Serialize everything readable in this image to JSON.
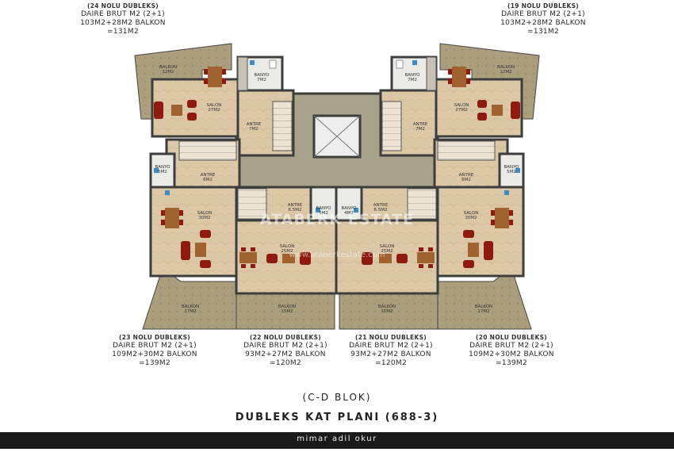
{
  "units": [
    {
      "id": "u24",
      "heading": "(24 NOLU DUBLEKS)",
      "line1": "DAIRE BRUT M2 (2+1)",
      "line2": "103M2+28M2 BALKON",
      "line3": "=131M2"
    },
    {
      "id": "u19",
      "heading": "(19 NOLU DUBLEKS)",
      "line1": "DAIRE BRUT M2 (2+1)",
      "line2": "103M2+28M2 BALKON",
      "line3": "=131M2"
    },
    {
      "id": "u23",
      "heading": "(23 NOLU DUBLEKS)",
      "line1": "DAIRE BRUT M2 (2+1)",
      "line2": "109M2+30M2 BALKON",
      "line3": "=139M2"
    },
    {
      "id": "u22",
      "heading": "(22 NOLU DUBLEKS)",
      "line1": "DAIRE BRUT M2 (2+1)",
      "line2": "93M2+27M2 BALKON",
      "line3": "=120M2"
    },
    {
      "id": "u21",
      "heading": "(21 NOLU DUBLEKS)",
      "line1": "DAIRE BRUT M2 (2+1)",
      "line2": "93M2+27M2 BALKON",
      "line3": "=120M2"
    },
    {
      "id": "u20",
      "heading": "(20 NOLU DUBLEKS)",
      "line1": "DAIRE BRUT M2 (2+1)",
      "line2": "109M2+30M2 BALKON",
      "line3": "=139M2"
    }
  ],
  "rooms": {
    "tl_balkon": "BALKON",
    "tl_balkon_a": "12M2",
    "tl_banyo": "BANYO",
    "tl_banyo_a": "7M2",
    "tl_salon": "SALON",
    "tl_salon_a": "27M2",
    "tl_antre": "ANTRE",
    "tl_antre_a": "7M2",
    "tr_balkon": "BALKON",
    "tr_balkon_a": "12M2",
    "tr_banyo": "BANYO",
    "tr_banyo_a": "7M2",
    "tr_salon": "SALON",
    "tr_salon_a": "27M2",
    "tr_antre": "ANTRE",
    "tr_antre_a": "7M2",
    "ml_banyo": "BANYO",
    "ml_banyo_a": "5M2",
    "ml_antre": "ANTRE",
    "ml_antre_a": "6M2",
    "ml_salon": "SALON",
    "ml_salon_a": "30M2",
    "mr_banyo": "BANYO",
    "mr_banyo_a": "5M2",
    "mr_antre": "ANTRE",
    "mr_antre_a": "6M2",
    "mr_salon": "SALON",
    "mr_salon_a": "30M2",
    "c1_antre": "ANTRE",
    "c1_antre_a": "6.5M2",
    "c2_banyo": "BANYO",
    "c2_banyo_a": "5M2",
    "c3_banyo": "BANYO",
    "c3_banyo_a": "4M2",
    "c4_antre": "ANTRE",
    "c4_antre_a": "6.5M2",
    "c1_salon": "SALON",
    "c1_salon_a": "25M2",
    "c2_salon": "SALON",
    "c2_salon_a": "25M2",
    "bl_balkon": "BALKON",
    "bl_balkon_a": "17M2",
    "bcl_balkon": "BALKON",
    "bcl_balkon_a": "15M2",
    "bcr_balkon": "BALKON",
    "bcr_balkon_a": "15M2",
    "br_balkon": "BALKON",
    "br_balkon_a": "17M2"
  },
  "watermark": "ATABERK ESTATE",
  "watermark_url": "www.ataberkestate.com",
  "block_title": "(C-D BLOK)",
  "plan_title": "DUBLEKS KAT PLANI (688-3)",
  "architect": "mimar adil okur",
  "colors": {
    "floor": "#dcc7a6",
    "balcony": "#a89c7a",
    "wall": "#3d3d3d",
    "sofa": "#8e1a10",
    "core": "#9e9882",
    "water": "#3c8dc5"
  }
}
